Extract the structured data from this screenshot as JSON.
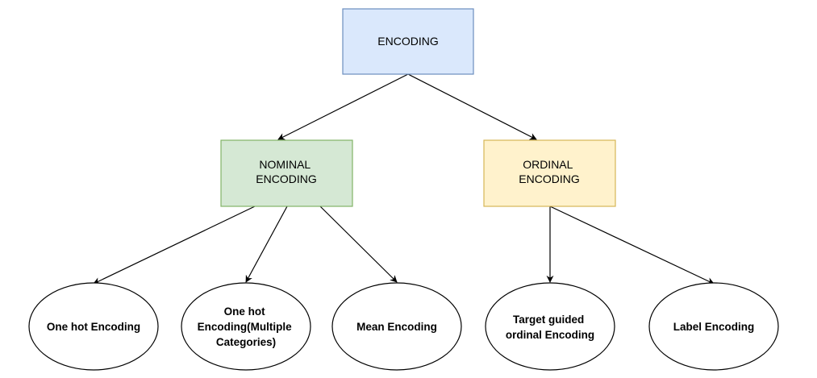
{
  "nodes": {
    "root": {
      "label": "ENCODING",
      "fill": "#dae8fc",
      "stroke": "#6c8ebf"
    },
    "nominal": {
      "lines": [
        "NOMINAL",
        "ENCODING"
      ],
      "fill": "#d5e8d4",
      "stroke": "#82b366"
    },
    "ordinal": {
      "lines": [
        "ORDINAL",
        "ENCODING"
      ],
      "fill": "#fff2cc",
      "stroke": "#d6b656"
    },
    "one_hot": {
      "lines": [
        "One hot Encoding"
      ]
    },
    "one_hot_multi": {
      "lines": [
        "One hot",
        "Encoding(Multiple",
        "Categories)"
      ]
    },
    "mean": {
      "lines": [
        "Mean Encoding"
      ]
    },
    "target_guided": {
      "lines": [
        "Target guided",
        "ordinal Encoding"
      ]
    },
    "label": {
      "lines": [
        "Label Encoding"
      ]
    }
  },
  "edges": [
    {
      "from": "root",
      "to": "nominal"
    },
    {
      "from": "root",
      "to": "ordinal"
    },
    {
      "from": "nominal",
      "to": "one_hot"
    },
    {
      "from": "nominal",
      "to": "one_hot_multi"
    },
    {
      "from": "nominal",
      "to": "mean"
    },
    {
      "from": "ordinal",
      "to": "target_guided"
    },
    {
      "from": "ordinal",
      "to": "label"
    }
  ]
}
